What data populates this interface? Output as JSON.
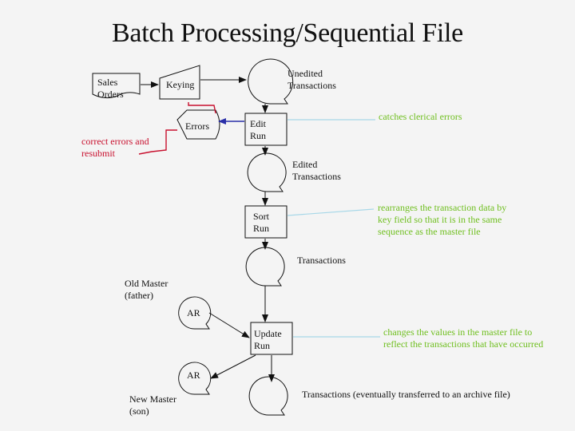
{
  "title": "Batch Processing/Sequential File",
  "nodes": {
    "sales_orders": "Sales\nOrders",
    "keying": "Keying",
    "unedited_transactions": "Unedited\nTransactions",
    "errors": "Errors",
    "edit_run": "Edit\nRun",
    "edited_transactions": "Edited\nTransactions",
    "sort_run": "Sort\nRun",
    "transactions": "Transactions",
    "old_master": "Old Master\n(father)",
    "ar_old": "AR",
    "update_run": "Update\nRun",
    "ar_new": "AR",
    "new_master": "New Master\n(son)",
    "transactions_final": "Transactions (eventually transferred to an archive file)"
  },
  "annotations": {
    "correct_errors": "correct errors and\nresubmit",
    "edit_note": "catches clerical errors",
    "sort_note": "rearranges the transaction data by\nkey field so that it is in the same\nsequence as the master file",
    "update_note": "changes the values in the master file to\nreflect the transactions that have occurred"
  },
  "colors": {
    "arrow": "#111111",
    "errors_arrow": "#2a2fa8",
    "resubmit_line": "#c8102e",
    "note_line": "#a8d8e8",
    "note_text": "#6fbf1f"
  }
}
